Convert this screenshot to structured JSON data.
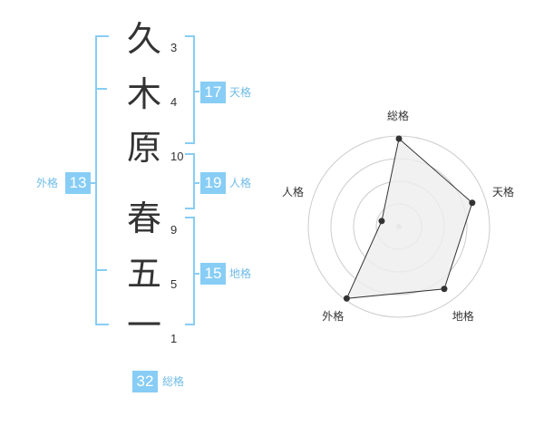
{
  "name": {
    "chars": [
      {
        "char": "久",
        "strokes": "3"
      },
      {
        "char": "木",
        "strokes": "4"
      },
      {
        "char": "原",
        "strokes": "10"
      },
      {
        "char": "春",
        "strokes": "9"
      },
      {
        "char": "五",
        "strokes": "5"
      },
      {
        "char": "一",
        "strokes": "1"
      }
    ]
  },
  "fortunes": {
    "tenkaku": {
      "value": "17",
      "label": "天格"
    },
    "jinkaku": {
      "value": "19",
      "label": "人格"
    },
    "chikaku": {
      "value": "15",
      "label": "地格"
    },
    "gaikaku": {
      "value": "13",
      "label": "外格"
    },
    "soukaku": {
      "value": "32",
      "label": "総格"
    }
  },
  "colors": {
    "accent": "#87cdf5",
    "bracket": "#87cdf5",
    "text": "#333333"
  },
  "chart_data": {
    "type": "radar",
    "axes": [
      "総格",
      "天格",
      "地格",
      "外格",
      "人格"
    ],
    "values": [
      0.97,
      0.85,
      0.85,
      0.98,
      0.2
    ],
    "max": 1.0,
    "rings": 4
  }
}
